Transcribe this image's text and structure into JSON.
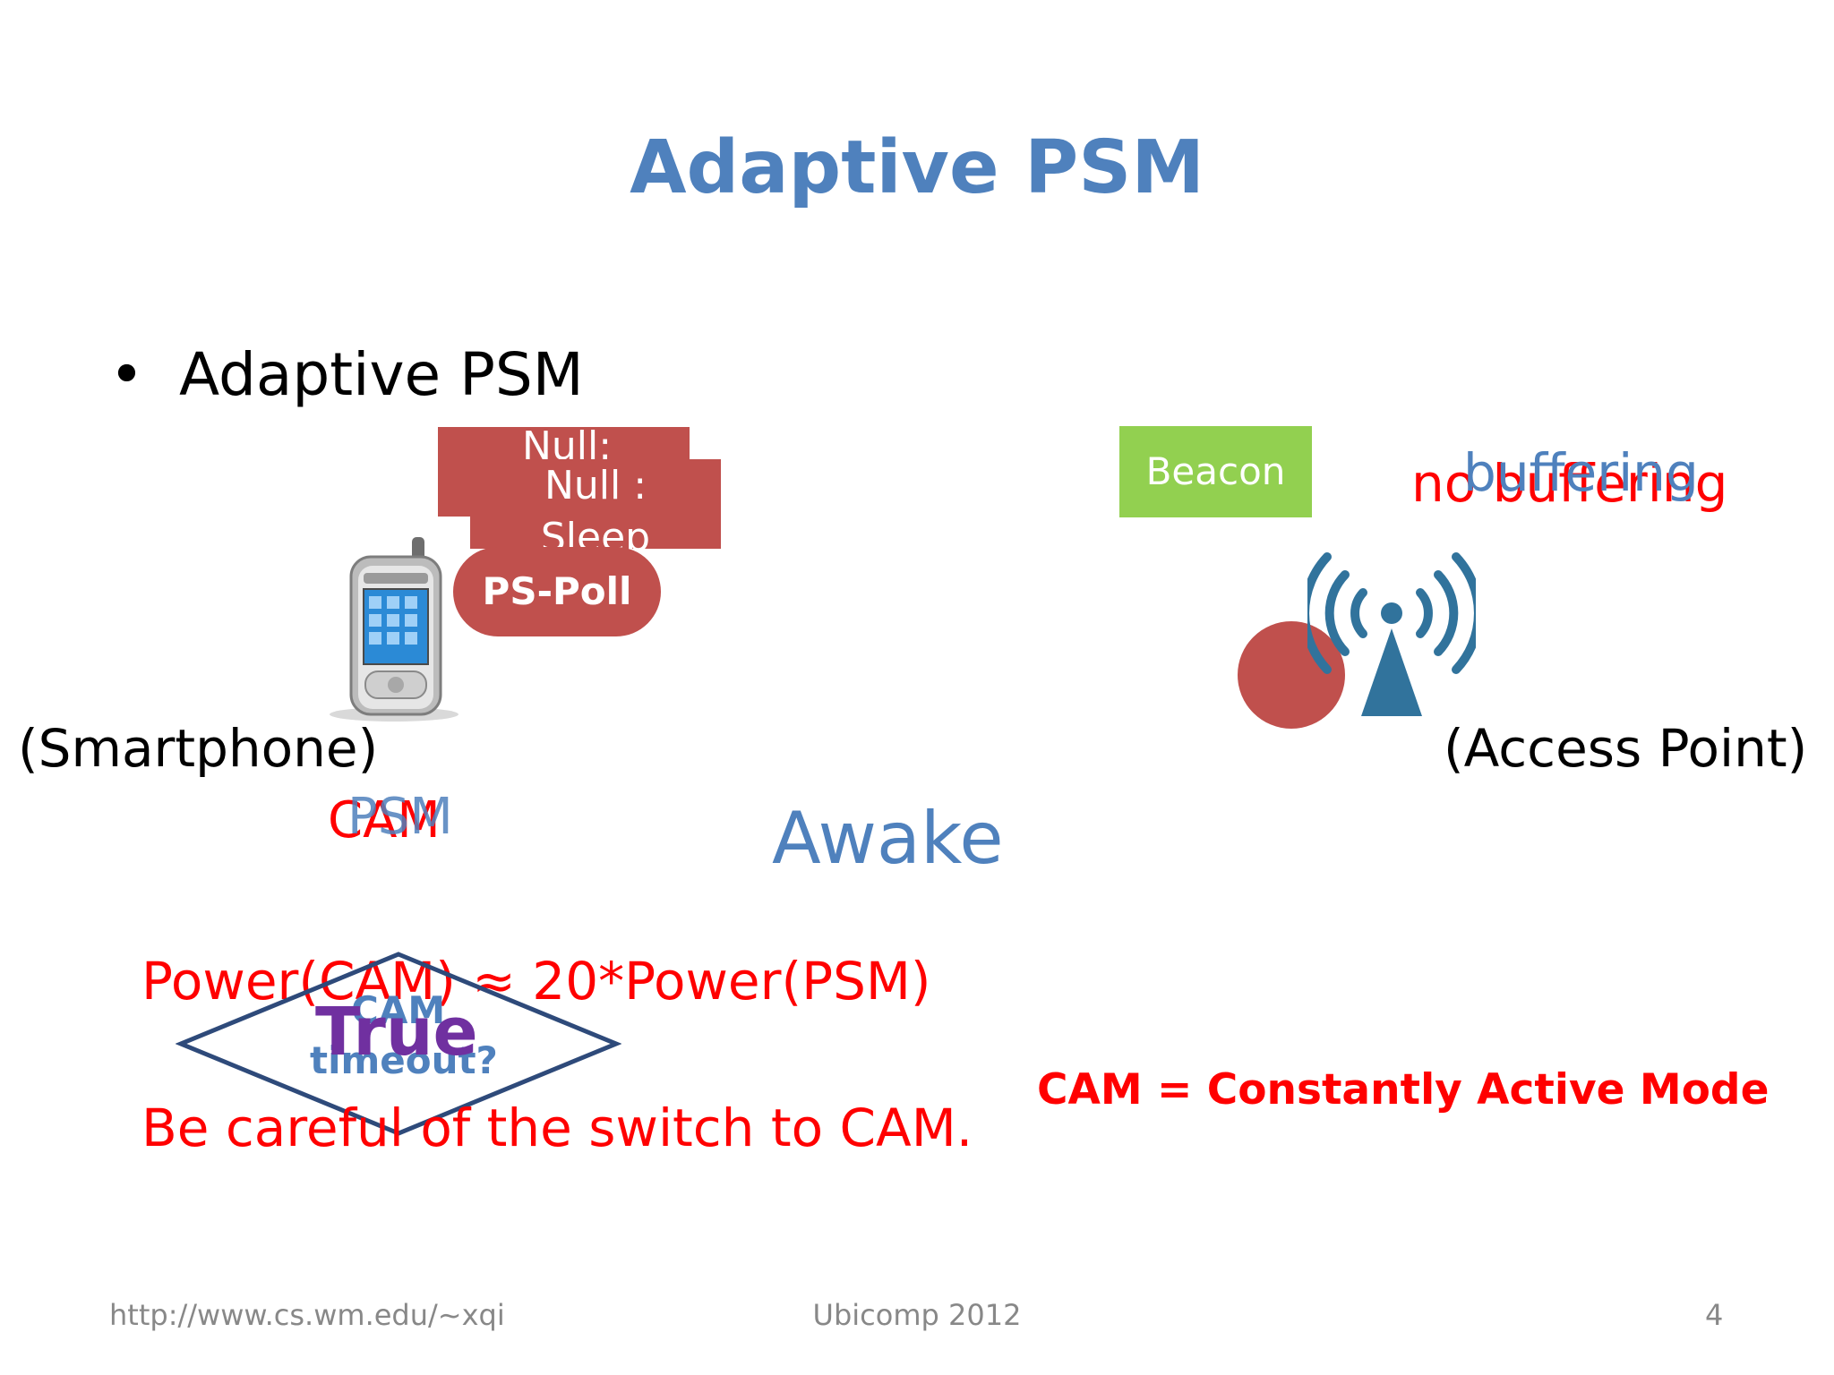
{
  "slide": {
    "title": "Adaptive PSM",
    "bullet": "Adaptive PSM",
    "bullet_glyph": "•"
  },
  "frames": {
    "null_top": "Null:",
    "null_line1": "Null :",
    "null_line2": "Sleep",
    "ps_poll": "PS-Poll",
    "beacon": "Beacon"
  },
  "ap_state": {
    "no_buffering": "no buffering",
    "buffering": "buffering"
  },
  "labels": {
    "smartphone": "(Smartphone)",
    "access_point": "(Access Point)",
    "mode_cam": "CAM",
    "mode_psm": "PSM",
    "awake": "Awake"
  },
  "diamond": {
    "line1": "CAM",
    "line2": "timeout?",
    "result": "True"
  },
  "notes": {
    "power_eq": "Power(CAM) ≈ 20*Power(PSM)",
    "careful": "Be careful of the switch to CAM.",
    "cam_def": "CAM = Constantly Active Mode"
  },
  "footer": {
    "url": "http://www.cs.wm.edu/~xqi",
    "venue": "Ubicomp 2012",
    "page": "4"
  },
  "icons": {
    "phone": "smartphone-icon",
    "ap": "wireless-access-point-icon",
    "packet": "packet-dot-icon"
  },
  "colors": {
    "title_blue": "#4f81bd",
    "frame_red": "#c0504d",
    "beacon_green": "#92d050",
    "warn_red": "#ff0000",
    "true_purple": "#7030a0"
  }
}
